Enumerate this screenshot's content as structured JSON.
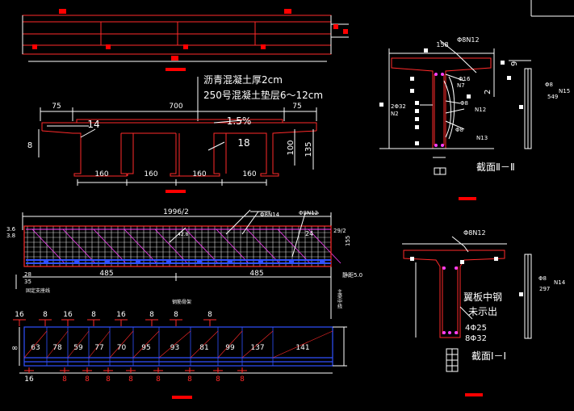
{
  "colors": {
    "background": "#000000",
    "outline": "#ff2a2a",
    "dimension": "#ffffff",
    "rebar_blue": "#3050ff",
    "rebar_magenta": "#ff40ff",
    "text": "#ffffff",
    "mark_red": "#ff0000"
  },
  "cross_section": {
    "note_line1": "沥青混凝土厚2cm",
    "note_line2": "250号混凝土垫层6～12cm",
    "dim_left": "75",
    "dim_mid": "700",
    "dim_right": "75",
    "slope": "1.5%",
    "left_depth": "14",
    "right_depth": "18",
    "left_height": "8",
    "beam_height": "100",
    "total_height": "135",
    "beam_spacings": [
      "160",
      "160",
      "160",
      "160"
    ]
  },
  "section_ii": {
    "title": "截面Ⅱ－Ⅱ",
    "dim_top": "158",
    "labels": [
      "Φ8N12",
      "Φ16",
      "N7",
      "2Φ32",
      "N2",
      "Φ8",
      "N12",
      "Φ8",
      "N13",
      "9",
      "2"
    ],
    "side_bar": [
      "Φ8",
      "N15",
      "549"
    ]
  },
  "section_i": {
    "title": "截面Ⅰ－Ⅰ",
    "top_label": "Φ8N12",
    "note_line1": "翼板中钢",
    "note_line2": "未示出",
    "rebar1": "4Φ25",
    "rebar2": "8Φ32",
    "side_bar": [
      "Φ8",
      "N14",
      "297"
    ]
  },
  "elevation": {
    "half_span": "1996/2",
    "top_labels": [
      "Φ8N14",
      "Φ8N12"
    ],
    "left_dims": [
      "3.6",
      "3.8"
    ],
    "right_dims": [
      "29/2",
      "155"
    ],
    "mid_labels": [
      "24",
      "42.8"
    ],
    "bottom_dims": [
      "485",
      "485"
    ],
    "left_small": [
      "28",
      "35"
    ],
    "left_note": "固定支座线",
    "right_note": "静距5.0",
    "centerline": "主梁中线"
  },
  "bottom_plan": {
    "caption": "钢筋骨架",
    "spacing_top": [
      "16",
      "8",
      "16",
      "8",
      "16",
      "8",
      "8",
      "8"
    ],
    "left_height": "∞",
    "bay_values": [
      "63",
      "78",
      "59",
      "77",
      "70",
      "95",
      "93",
      "81",
      "99",
      "137",
      "141"
    ],
    "bottom_dims": [
      "16",
      "8",
      "8",
      "8",
      "8",
      "8",
      "8",
      "8",
      "8"
    ]
  }
}
